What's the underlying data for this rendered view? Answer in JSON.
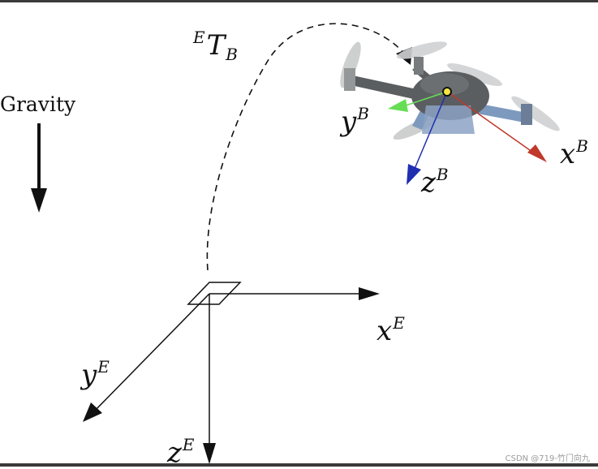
{
  "labels": {
    "gravity": "Gravity",
    "transform_pre": "E",
    "transform_base": "T",
    "transform_sub": "B",
    "earth_x_base": "x",
    "earth_x_sup": "E",
    "earth_y_base": "y",
    "earth_y_sup": "E",
    "earth_z_base": "z",
    "earth_z_sup": "E",
    "body_x_base": "x",
    "body_x_sup": "B",
    "body_y_base": "y",
    "body_y_sup": "B",
    "body_z_base": "z",
    "body_z_sup": "B"
  },
  "watermark": "CSDN @719-竹门向九",
  "colors": {
    "body_x_axis": "#c0392b",
    "body_y_axis": "#66dd55",
    "body_z_axis": "#1f2fb0",
    "drone_body": "#4a4d4f",
    "drone_arm_blue": "#6f8fb8"
  }
}
